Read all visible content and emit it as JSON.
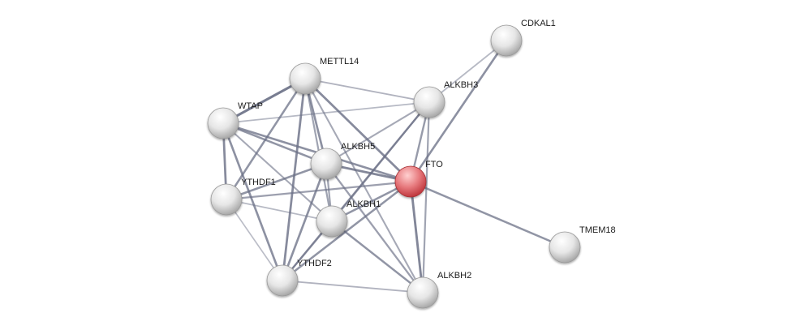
{
  "colors": {
    "edge": "#6b7086",
    "node_default_light": "#ffffff",
    "node_default_dark": "#a9a9a9",
    "node_query_light": "#ffd0d0",
    "node_query_dark": "#c0393f",
    "label": "#1a1a1a"
  },
  "network": {
    "nodes": [
      {
        "id": "CDKAL1",
        "label": "CDKAL1",
        "query": false
      },
      {
        "id": "METTL14",
        "label": "METTL14",
        "query": false
      },
      {
        "id": "ALKBH3",
        "label": "ALKBH3",
        "query": false
      },
      {
        "id": "WTAP",
        "label": "WTAP",
        "query": false
      },
      {
        "id": "ALKBH5",
        "label": "ALKBH5",
        "query": false
      },
      {
        "id": "FTO",
        "label": "FTO",
        "query": true
      },
      {
        "id": "YTHDF1",
        "label": "YTHDF1",
        "query": false
      },
      {
        "id": "ALKBH1",
        "label": "ALKBH1",
        "query": false
      },
      {
        "id": "TMEM18",
        "label": "TMEM18",
        "query": false
      },
      {
        "id": "YTHDF2",
        "label": "YTHDF2",
        "query": false
      },
      {
        "id": "ALKBH2",
        "label": "ALKBH2",
        "query": false
      }
    ],
    "edges": [
      {
        "source": "FTO",
        "target": "CDKAL1",
        "score": 0.75
      },
      {
        "source": "ALKBH3",
        "target": "CDKAL1",
        "score": 0.35
      },
      {
        "source": "FTO",
        "target": "TMEM18",
        "score": 0.7
      },
      {
        "source": "FTO",
        "target": "ALKBH3",
        "score": 0.65
      },
      {
        "source": "FTO",
        "target": "ALKBH5",
        "score": 0.85
      },
      {
        "source": "FTO",
        "target": "ALKBH1",
        "score": 0.7
      },
      {
        "source": "FTO",
        "target": "ALKBH2",
        "score": 0.85
      },
      {
        "source": "FTO",
        "target": "METTL14",
        "score": 0.8
      },
      {
        "source": "FTO",
        "target": "WTAP",
        "score": 0.75
      },
      {
        "source": "FTO",
        "target": "YTHDF1",
        "score": 0.6
      },
      {
        "source": "FTO",
        "target": "YTHDF2",
        "score": 0.7
      },
      {
        "source": "METTL14",
        "target": "WTAP",
        "score": 0.95
      },
      {
        "source": "METTL14",
        "target": "ALKBH5",
        "score": 0.75
      },
      {
        "source": "METTL14",
        "target": "ALKBH3",
        "score": 0.4
      },
      {
        "source": "METTL14",
        "target": "YTHDF1",
        "score": 0.7
      },
      {
        "source": "METTL14",
        "target": "YTHDF2",
        "score": 0.8
      },
      {
        "source": "METTL14",
        "target": "ALKBH1",
        "score": 0.55
      },
      {
        "source": "METTL14",
        "target": "ALKBH2",
        "score": 0.5
      },
      {
        "source": "WTAP",
        "target": "ALKBH5",
        "score": 0.7
      },
      {
        "source": "WTAP",
        "target": "YTHDF1",
        "score": 0.8
      },
      {
        "source": "WTAP",
        "target": "YTHDF2",
        "score": 0.75
      },
      {
        "source": "WTAP",
        "target": "ALKBH1",
        "score": 0.5
      },
      {
        "source": "WTAP",
        "target": "ALKBH3",
        "score": 0.35
      },
      {
        "source": "ALKBH3",
        "target": "ALKBH5",
        "score": 0.5
      },
      {
        "source": "ALKBH3",
        "target": "ALKBH1",
        "score": 0.65
      },
      {
        "source": "ALKBH3",
        "target": "ALKBH2",
        "score": 0.55
      },
      {
        "source": "ALKBH3",
        "target": "YTHDF2",
        "score": 0.6
      },
      {
        "source": "ALKBH5",
        "target": "YTHDF1",
        "score": 0.7
      },
      {
        "source": "ALKBH5",
        "target": "YTHDF2",
        "score": 0.75
      },
      {
        "source": "ALKBH5",
        "target": "ALKBH1",
        "score": 0.55
      },
      {
        "source": "ALKBH5",
        "target": "ALKBH2",
        "score": 0.6
      },
      {
        "source": "ALKBH1",
        "target": "ALKBH2",
        "score": 0.7
      },
      {
        "source": "ALKBH1",
        "target": "YTHDF1",
        "score": 0.35
      },
      {
        "source": "ALKBH1",
        "target": "YTHDF2",
        "score": 0.6
      },
      {
        "source": "YTHDF1",
        "target": "YTHDF2",
        "score": 0.3
      },
      {
        "source": "YTHDF2",
        "target": "ALKBH2",
        "score": 0.4
      }
    ]
  }
}
